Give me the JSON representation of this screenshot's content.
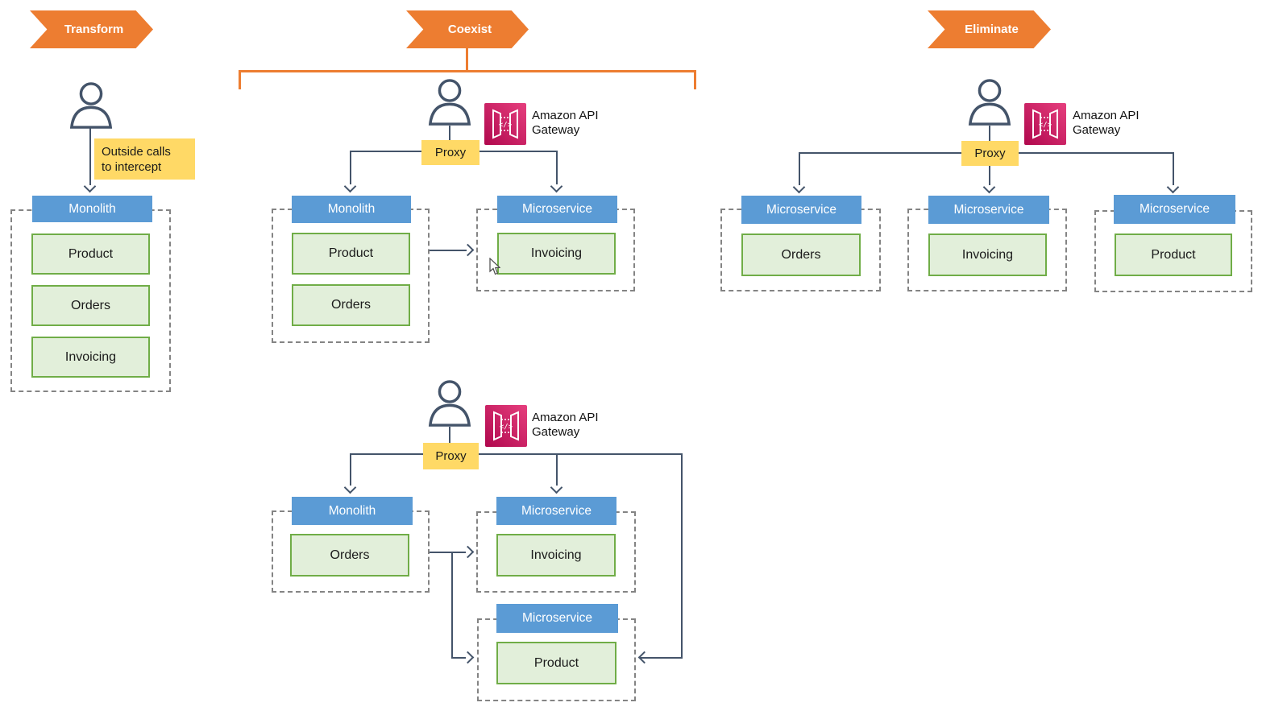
{
  "stages": {
    "transform": "Transform",
    "coexist": "Coexist",
    "eliminate": "Eliminate"
  },
  "note": {
    "line1": "Outside calls",
    "line2": "to intercept"
  },
  "proxy": "Proxy",
  "gateway": {
    "line1": "Amazon API",
    "line2": "Gateway"
  },
  "transform_stage": {
    "monolith": {
      "header": "Monolith",
      "items": [
        "Product",
        "Orders",
        "Invoicing"
      ]
    }
  },
  "coexist_stage_top": {
    "monolith": {
      "header": "Monolith",
      "items": [
        "Product",
        "Orders"
      ]
    },
    "microservice": {
      "header": "Microservice",
      "items": [
        "Invoicing"
      ]
    }
  },
  "coexist_stage_bottom": {
    "monolith": {
      "header": "Monolith",
      "items": [
        "Orders"
      ]
    },
    "microservice_invoicing": {
      "header": "Microservice",
      "items": [
        "Invoicing"
      ]
    },
    "microservice_product": {
      "header": "Microservice",
      "items": [
        "Product"
      ]
    }
  },
  "eliminate_stage": {
    "microservice_orders": {
      "header": "Microservice",
      "items": [
        "Orders"
      ]
    },
    "microservice_invoicing": {
      "header": "Microservice",
      "items": [
        "Invoicing"
      ]
    },
    "microservice_product": {
      "header": "Microservice",
      "items": [
        "Product"
      ]
    }
  },
  "colors": {
    "stage_banner_orange": "#ED7D31",
    "module_header_blue": "#5B9BD5",
    "service_fill_green": "#E2EFDA",
    "service_border_green": "#70AD47",
    "proxy_yellow": "#FFD966",
    "connector_navy": "#44546A",
    "container_dash_gray": "#848484",
    "gateway_icon_dark": "#B0084D",
    "gateway_icon_light": "#E63F7E"
  }
}
